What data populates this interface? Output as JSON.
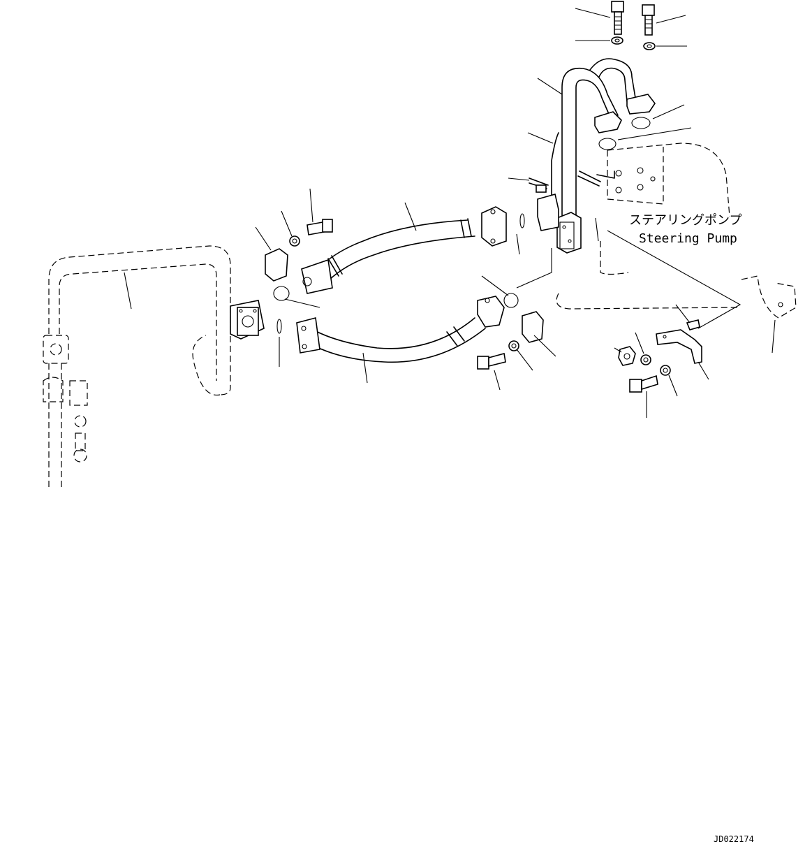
{
  "labels": {
    "component_jp": "ステアリングポンプ",
    "component_en": "Steering Pump",
    "drawing_number": "JD022174"
  }
}
